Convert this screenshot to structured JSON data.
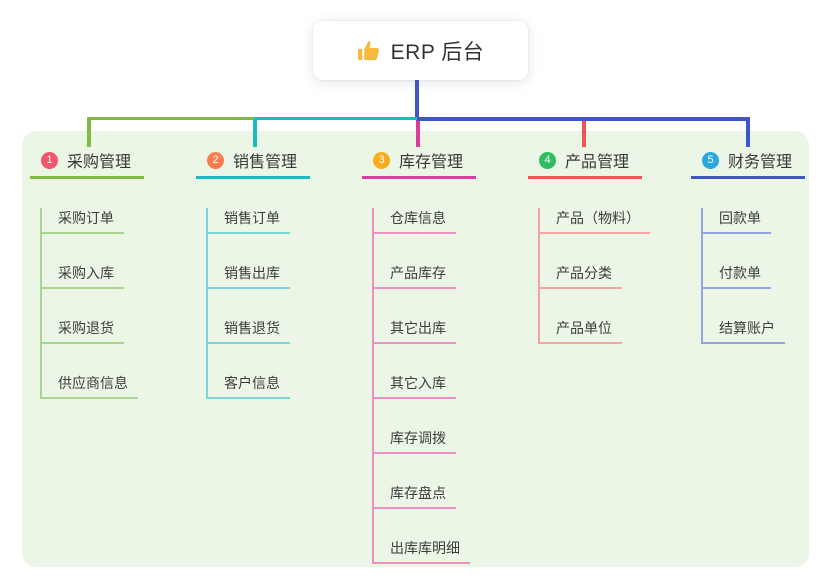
{
  "root": {
    "icon_name": "thumbs-up-icon",
    "label": "ERP 后台"
  },
  "colors": {
    "canvas": "#ffffff",
    "panel_bg": "#EBF6E6",
    "root_line": "#4156C5",
    "title_text": "#383838",
    "item_text": "#3d3d3d",
    "thumb": "#F5B93E"
  },
  "branches": [
    {
      "num": "1",
      "label": "采购管理",
      "badge_color": "#F1566B",
      "main_color": "#7FBC41",
      "light_color": "#A9D68C",
      "items": [
        "采购订单",
        "采购入库",
        "采购退货",
        "供应商信息"
      ]
    },
    {
      "num": "2",
      "label": "销售管理",
      "badge_color": "#F87E4D",
      "main_color": "#19BCBF",
      "light_color": "#7AD5D8",
      "items": [
        "销售订单",
        "销售出库",
        "销售退货",
        "客户信息"
      ]
    },
    {
      "num": "3",
      "label": "库存管理",
      "badge_color": "#FAAB1C",
      "main_color": "#DB3D9D",
      "light_color": "#F08FC4",
      "items": [
        "仓库信息",
        "产品库存",
        "其它出库",
        "其它入库",
        "库存调拨",
        "库存盘点",
        "出库库明细"
      ]
    },
    {
      "num": "4",
      "label": "产品管理",
      "badge_color": "#2FBE61",
      "main_color": "#F05455",
      "light_color": "#F7A3A4",
      "items": [
        "产品（物料）",
        "产品分类",
        "产品单位"
      ]
    },
    {
      "num": "5",
      "label": "财务管理",
      "badge_color": "#2BA6DF",
      "main_color": "#4156C5",
      "light_color": "#93A5E0",
      "items": [
        "回款单",
        "付款单",
        "结算账户"
      ]
    }
  ]
}
